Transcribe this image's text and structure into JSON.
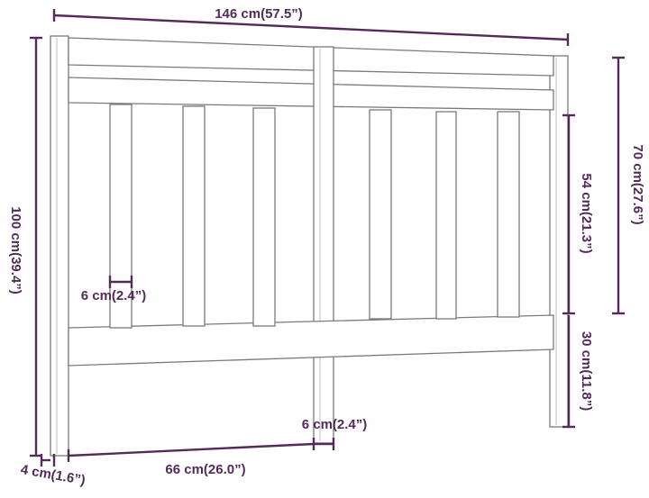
{
  "dimensions": {
    "width_total": "146 cm(57.5”)",
    "height_total": "100 cm(39.4”)",
    "height_panel_top": "70 cm(27.6”)",
    "height_slats": "54 cm(21.3”)",
    "height_leg": "30 cm(11.8”)",
    "slat_width": "6 cm(2.4”)",
    "center_post_width": "6 cm(2.4”)",
    "half_width": "66 cm(26.0”)",
    "post_thickness": "4 cm(1.6”)"
  },
  "colors": {
    "dimension_line": "#542a5a",
    "outline": "#7a7a7a"
  }
}
